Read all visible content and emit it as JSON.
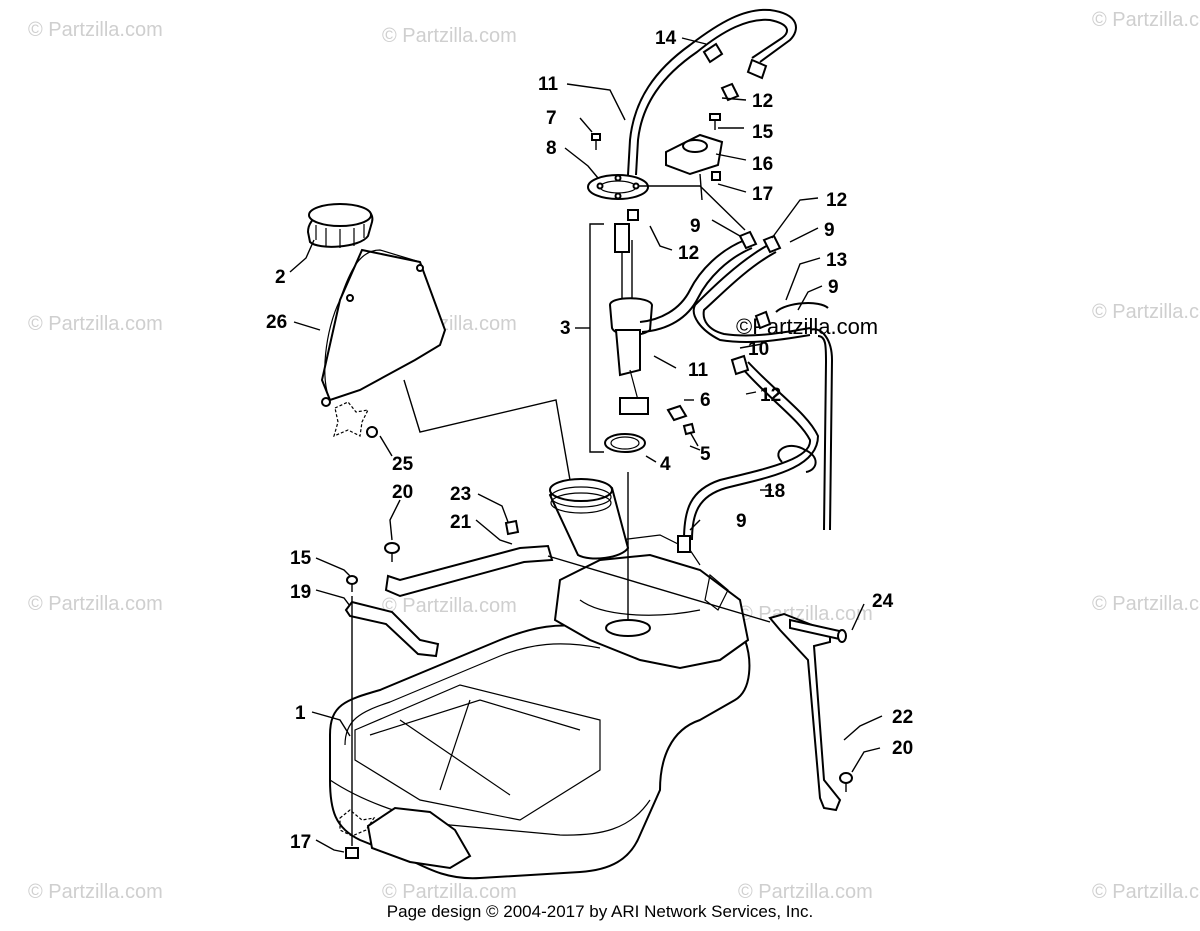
{
  "watermark": "© Partzilla.com",
  "brand_mark": "©Partzilla.com",
  "footer": "Page design © 2004-2017 by ARI Network Services, Inc.",
  "callouts": {
    "c1": "1",
    "c2": "2",
    "c3": "3",
    "c4": "4",
    "c5": "5",
    "c6": "6",
    "c7": "7",
    "c8": "8",
    "c9a": "9",
    "c9b": "9",
    "c9c": "9",
    "c9d": "9",
    "c10": "10",
    "c11a": "11",
    "c11b": "11",
    "c12a": "12",
    "c12b": "12",
    "c12c": "12",
    "c12d": "12",
    "c13": "13",
    "c14": "14",
    "c15a": "15",
    "c15b": "15",
    "c16": "16",
    "c17a": "17",
    "c17b": "17",
    "c18": "18",
    "c19": "19",
    "c20a": "20",
    "c20b": "20",
    "c21": "21",
    "c22": "22",
    "c23": "23",
    "c24": "24",
    "c25": "25",
    "c26": "26"
  }
}
